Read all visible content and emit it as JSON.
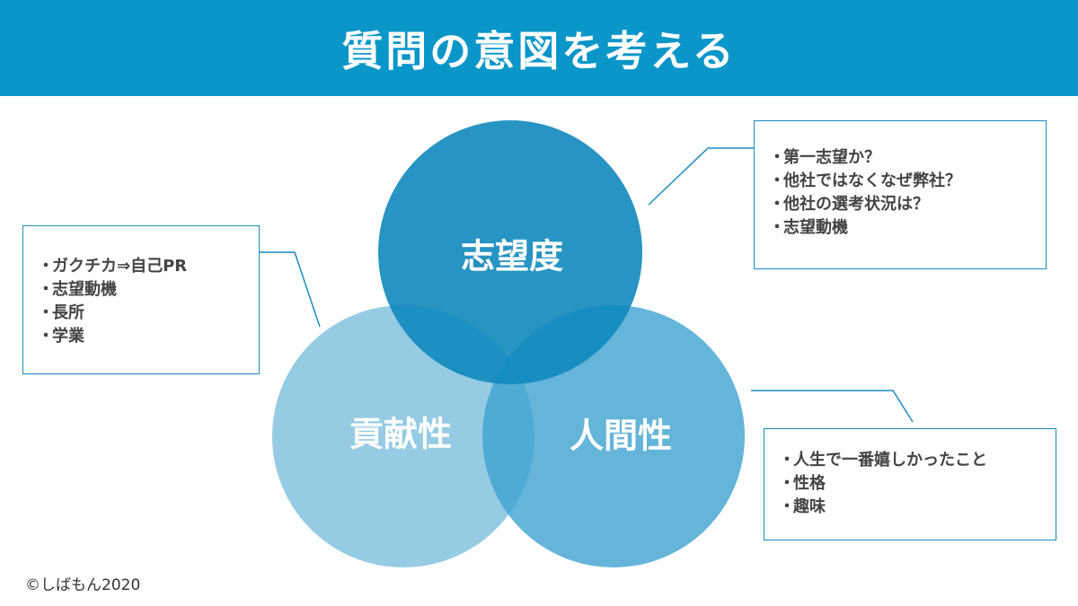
{
  "title": "質問の意図を考える",
  "circles": {
    "top": "志望度",
    "left": "貢献性",
    "right": "人間性"
  },
  "boxes": {
    "left": {
      "items": [
        "ガクチカ⇒自己PR",
        "志望動機",
        "長所",
        "学業"
      ]
    },
    "top": {
      "items": [
        "第一志望か？",
        "他社ではなくなぜ弊社？",
        "他社の選考状況は？",
        "志望動機"
      ]
    },
    "bottom": {
      "items": [
        "人生で一番嬉しかったこと",
        "性格",
        "趣味"
      ]
    }
  },
  "bullet": "・",
  "copyright": "©しばもん2020",
  "colors": {
    "header": "#0a96c8",
    "circle_top": "#1b8cbf",
    "circle_left": "#8fc8e1",
    "circle_right": "#4fa9d2",
    "box_border": "#1b8cbf"
  }
}
